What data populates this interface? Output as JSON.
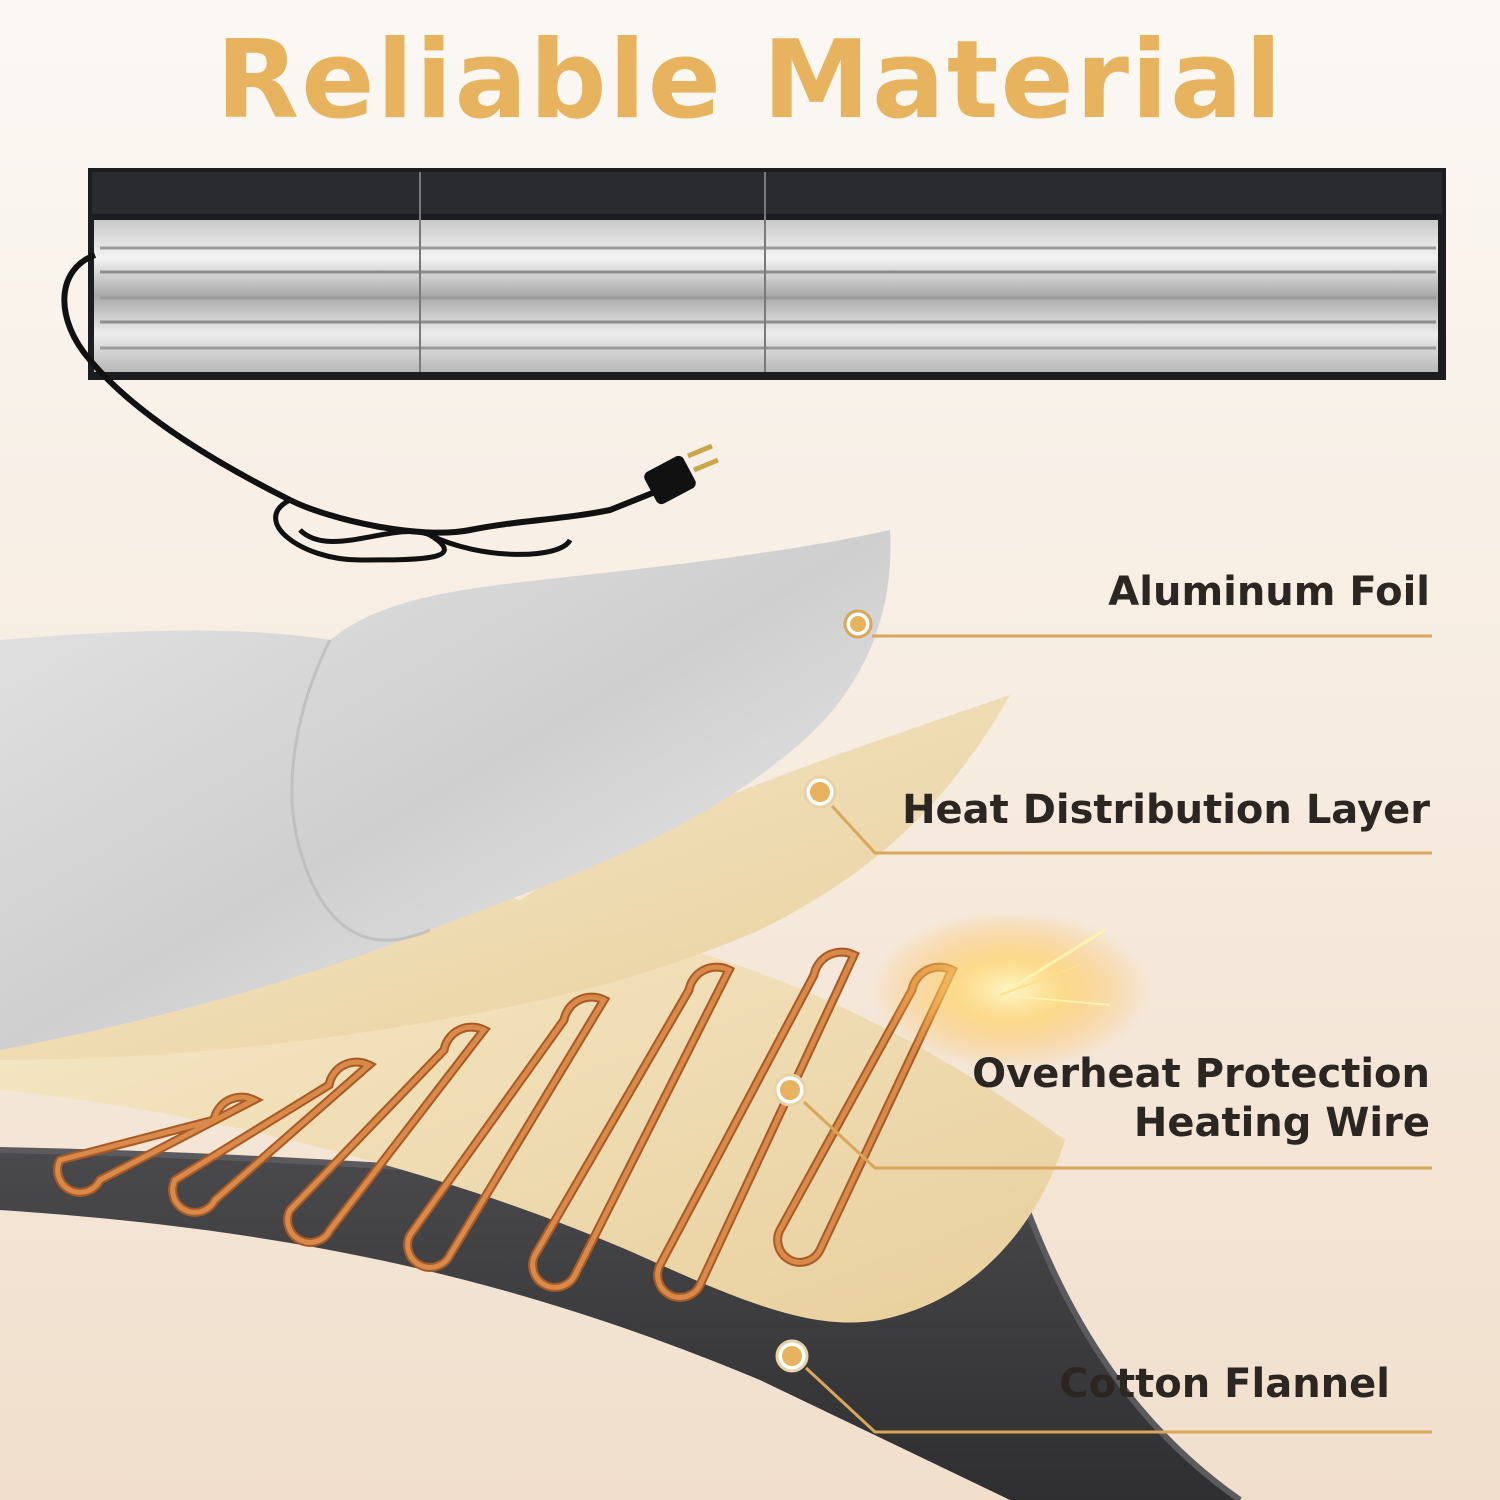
{
  "title": "Reliable Material",
  "colors": {
    "accent": "#e8b35f",
    "label_text": "#2b2622",
    "leader_line": "#d9a65a",
    "heating_wire": "#d9894a",
    "felt": "#3f3f42",
    "cream_layer": "#f0dcb4",
    "foil": "#d9d9d9"
  },
  "layers": [
    {
      "id": "aluminum-foil",
      "label": "Aluminum Foil"
    },
    {
      "id": "heat-distribution-layer",
      "label": "Heat Distribution Layer"
    },
    {
      "id": "heating-wire",
      "label_line1": "Overheat Protection",
      "label_line2": "Heating Wire"
    },
    {
      "id": "cotton-flannel",
      "label": "Cotton Flannel"
    }
  ]
}
